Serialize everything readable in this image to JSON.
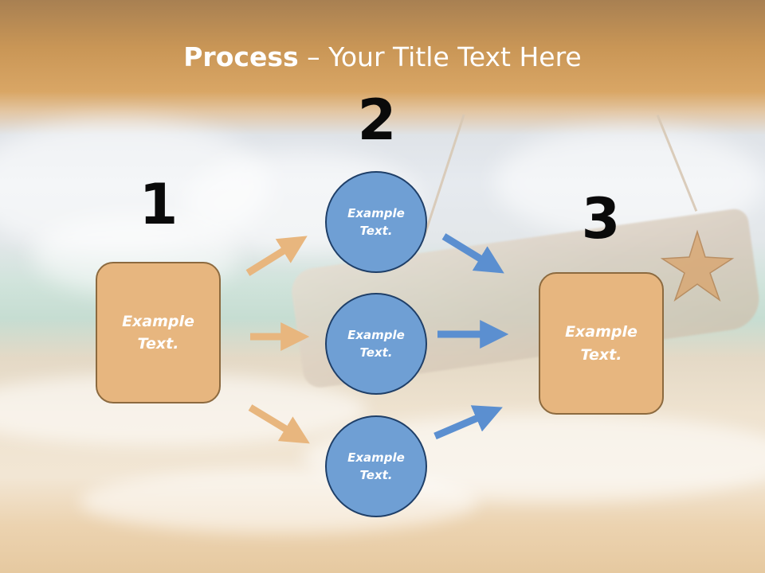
{
  "slide": {
    "title_bold": "Process",
    "title_rest": " – Your Title Text Here"
  },
  "steps": [
    {
      "number": "1",
      "text": "Example Text."
    },
    {
      "number": "2",
      "circles": [
        {
          "text": "Example Text."
        },
        {
          "text": "Example Text."
        },
        {
          "text": "Example Text."
        }
      ]
    },
    {
      "number": "3",
      "text": "Example Text."
    }
  ],
  "colors": {
    "box_fill": "#e7b67f",
    "box_border": "#8c6a3f",
    "circle_fill": "#6f9fd4",
    "circle_border": "#1f3f68",
    "arrow_orange": "#e8b67e",
    "arrow_blue": "#5b8fd0",
    "title": "#ffffff",
    "numbers": "#0a0a0a"
  },
  "icons": {
    "background": "beach-driftwood-photo",
    "decor": "starfish-icon"
  }
}
